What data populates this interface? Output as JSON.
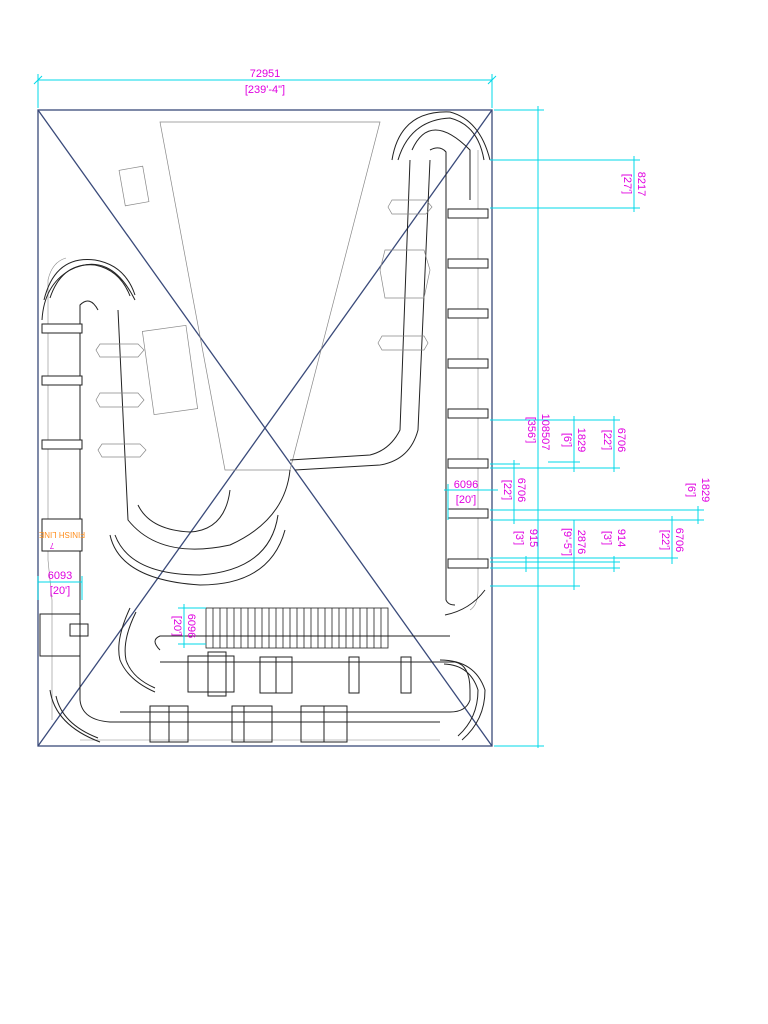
{
  "drawing": {
    "colors": {
      "border": "#3a4a7a",
      "track": "#222222",
      "thin": "#888888",
      "dimension": "#00d8e8",
      "dim_text": "#e000e0",
      "finish_text": "#ff8c1a"
    },
    "finish_label": "FINISH LINE",
    "finish_number": "7",
    "dimensions": {
      "total_width": "72951",
      "total_width_imperial": "[239'-4\"]",
      "right_8217": "8217",
      "right_8217_imperial": "[27']",
      "right_108507": "108507",
      "right_108507_imperial": "[356']",
      "right_1829a": "1829",
      "right_1829a_imperial": "[6']",
      "right_6706a": "6706",
      "right_6706a_imperial": "[22']",
      "mid_6096": "6096",
      "mid_6096_imperial": "[20']",
      "mid_6706": "6706",
      "mid_6706_imperial": "[22']",
      "far_1829": "1829",
      "far_1829_imperial": "[6']",
      "low_915": "915",
      "low_915_imperial": "[3']",
      "low_2876": "2876",
      "low_2876_imperial": "[9'-5\"]",
      "low_914": "914",
      "low_914_imperial": "[3']",
      "low_6706": "6706",
      "low_6706_imperial": "[22']",
      "left_6093": "6093",
      "left_6093_imperial": "[20']",
      "bottom_6096": "6096",
      "bottom_6096_imperial": "[20']"
    }
  }
}
